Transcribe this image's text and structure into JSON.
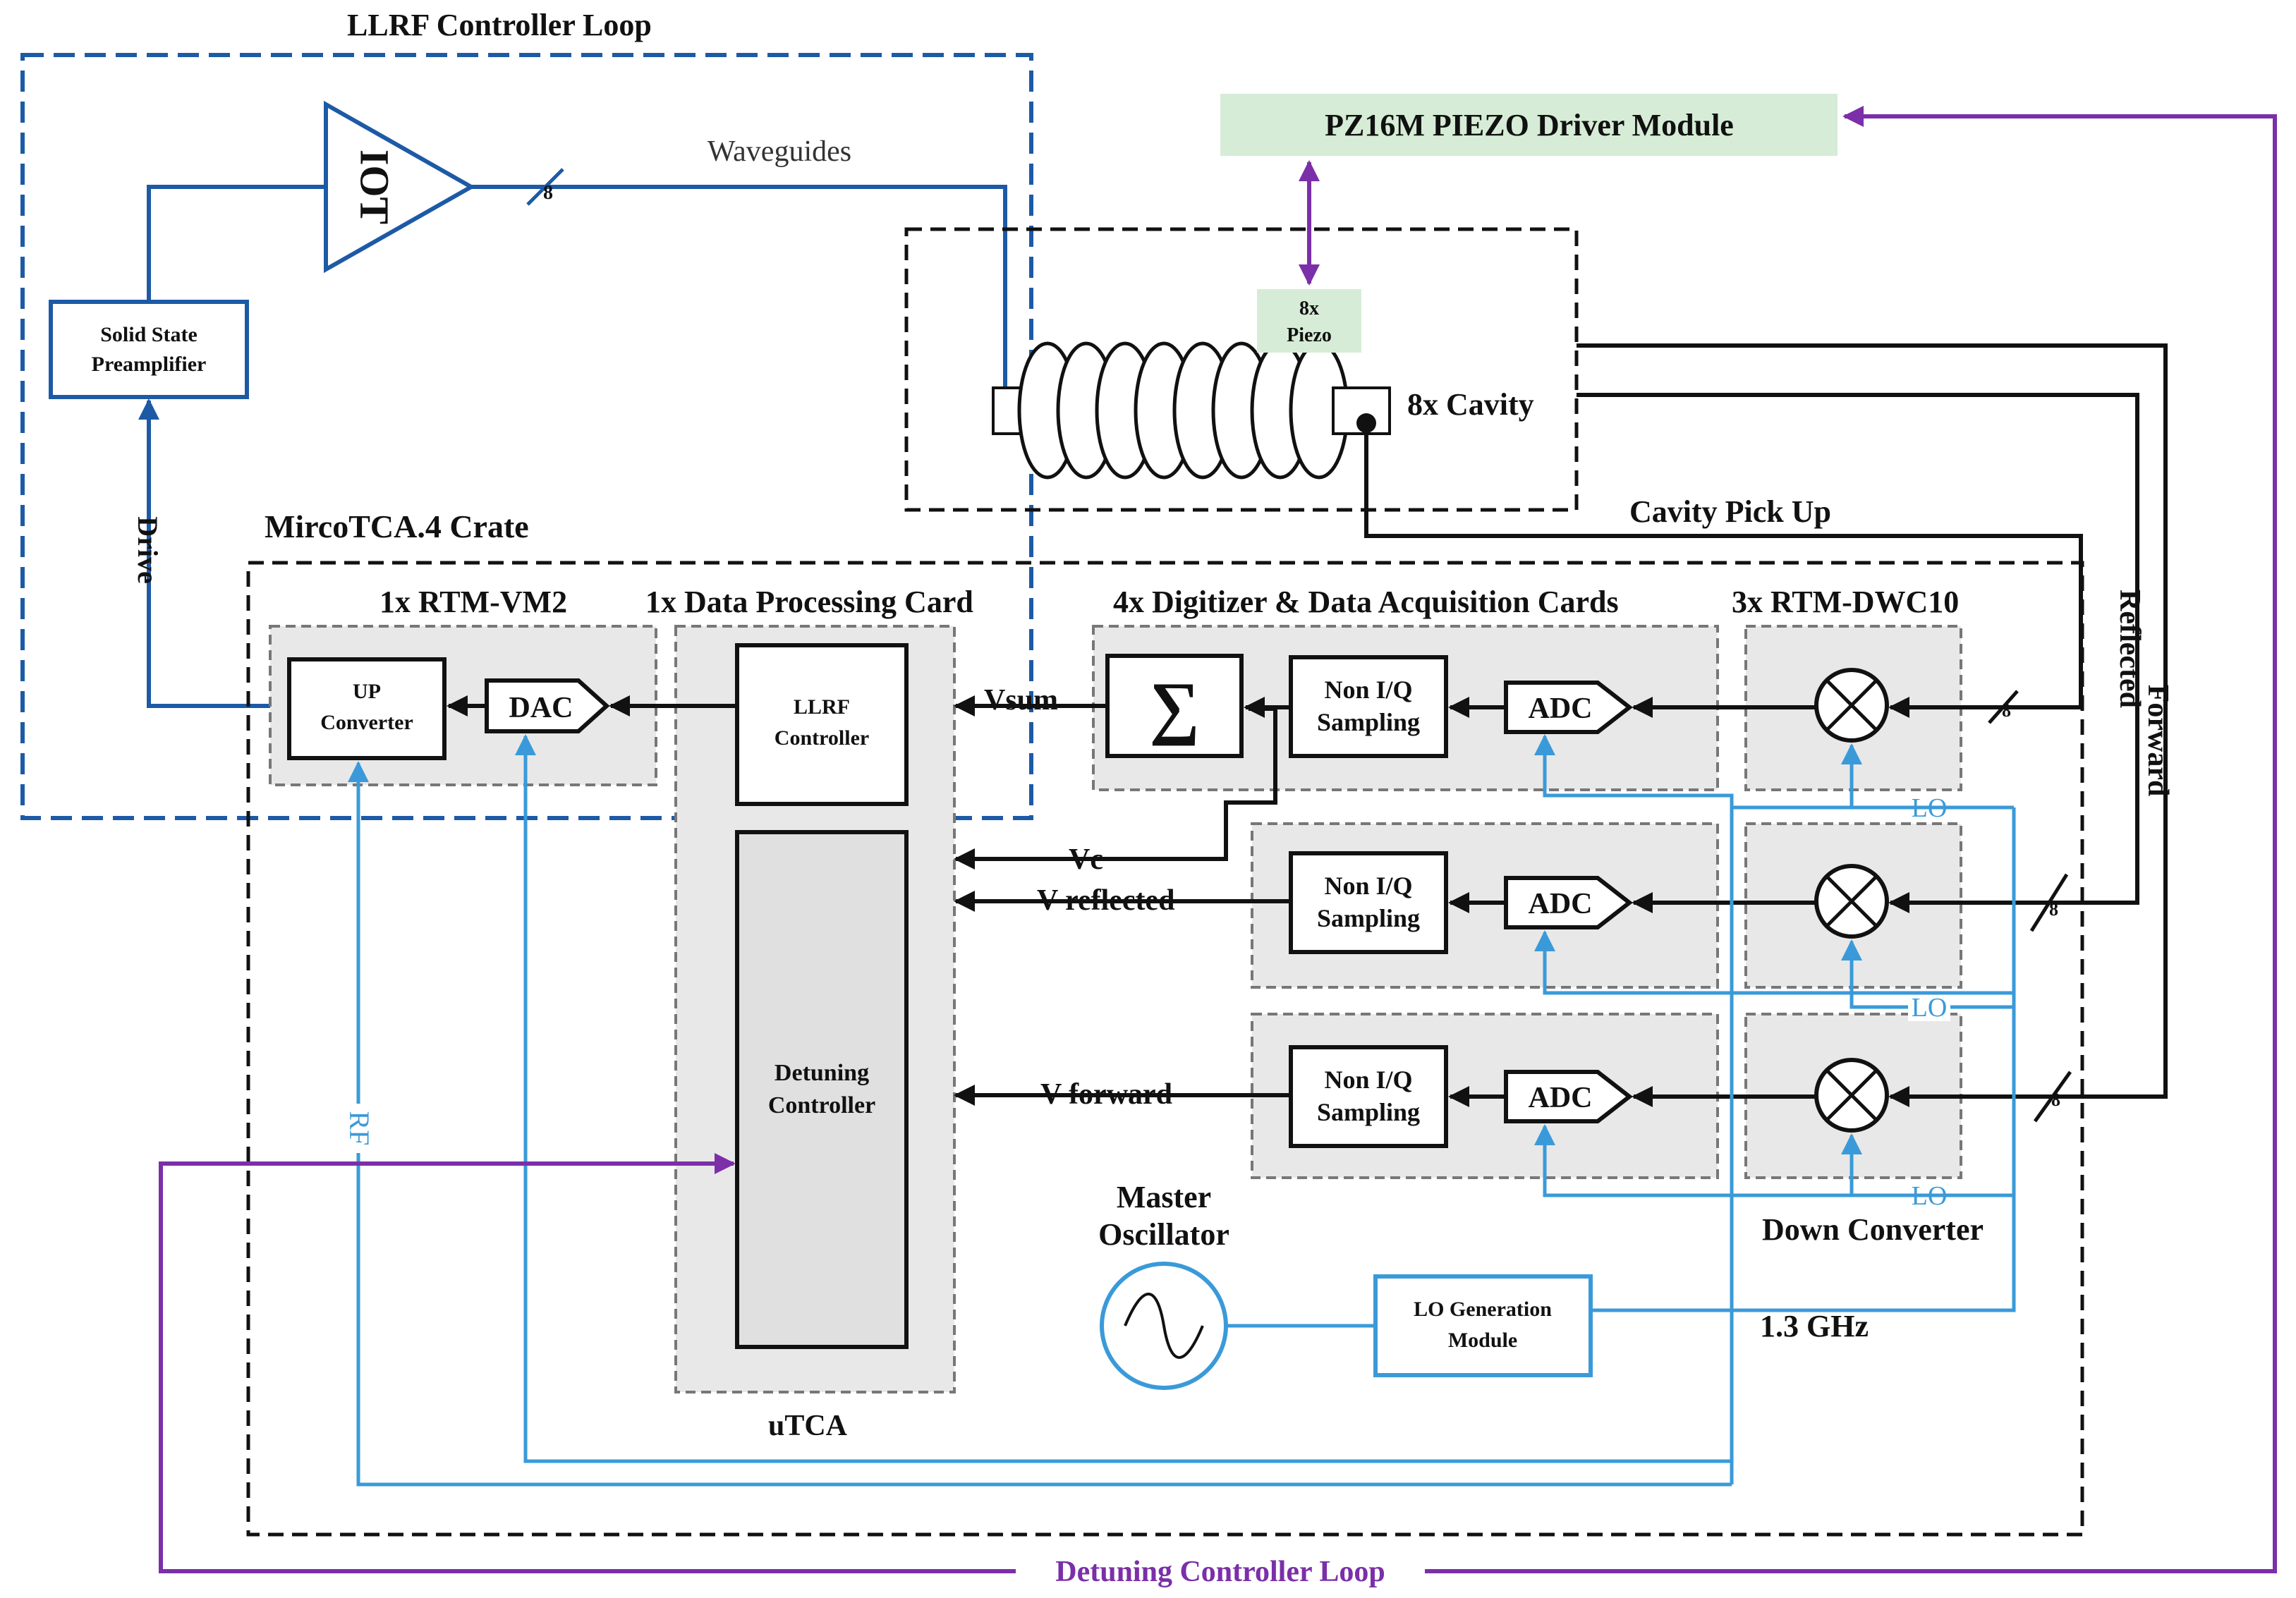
{
  "loops": {
    "llrf_title": "LLRF Controller Loop",
    "detuning_title": "Detuning Controller Loop"
  },
  "blocks": {
    "iot": "IOT",
    "preamp_line1": "Solid State",
    "preamp_line2": "Preamplifier",
    "waveguides": "Waveguides",
    "drive": "Drive",
    "piezo_driver": "PZ16M PIEZO Driver Module",
    "piezo_line1": "8x",
    "piezo_line2": "Piezo",
    "cavity": "8x Cavity",
    "cavity_pickup": "Cavity Pick Up",
    "crate": "MircoTCA.4 Crate",
    "rtm_vm2": "1x RTM-VM2",
    "data_proc_card": "1x Data Processing Card",
    "digitizer": "4x Digitizer & Data Acquisition Cards",
    "rtm_dwc10": "3x RTM-DWC10",
    "up_line1": "UP",
    "up_line2": "Converter",
    "dac": "DAC",
    "llrf_line1": "LLRF",
    "llrf_line2": "Controller",
    "detuning_line1": "Detuning",
    "detuning_line2": "Controller",
    "utca": "uTCA",
    "sum_symbol": "∑",
    "nonIQ_line1": "Non I/Q",
    "nonIQ_line2": "Sampling",
    "adc": "ADC",
    "down_converter": "Down Converter",
    "master_line1": "Master",
    "master_line2": "Oscillator",
    "lo_gen_line1": "LO Generation",
    "lo_gen_line2": "Module",
    "freq": "1.3 GHz"
  },
  "signals": {
    "vsum": "Vsum",
    "vc": "Vc",
    "v_reflected": "V reflected",
    "v_forward": "V forward",
    "reflected": "Reflected",
    "forward": "Forward",
    "rf": "RF",
    "lo": "LO",
    "bus_count": "8"
  },
  "colors": {
    "llrf_loop": "#1d5aa6",
    "rf_lo_lines": "#3a9ad9",
    "detuning_loop": "#7b2fa8",
    "piezo_fill": "#d6ecd6",
    "card_fill": "#e8e8e8"
  }
}
